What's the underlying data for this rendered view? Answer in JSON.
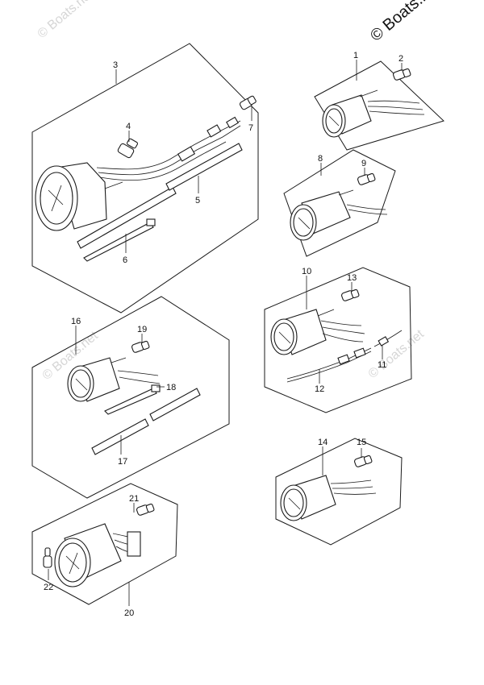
{
  "copyright": "© Boats.net",
  "watermarks": [
    "© Boats.net",
    "© Boats.net",
    "© Boats.net"
  ],
  "callouts": [
    "1",
    "2",
    "3",
    "4",
    "5",
    "6",
    "7",
    "8",
    "9",
    "10",
    "11",
    "12",
    "13",
    "14",
    "15",
    "16",
    "17",
    "18",
    "19",
    "20",
    "21",
    "22"
  ],
  "colors": {
    "line": "#1a1a1a",
    "watermark": "#d6d6d6",
    "background": "#ffffff"
  }
}
